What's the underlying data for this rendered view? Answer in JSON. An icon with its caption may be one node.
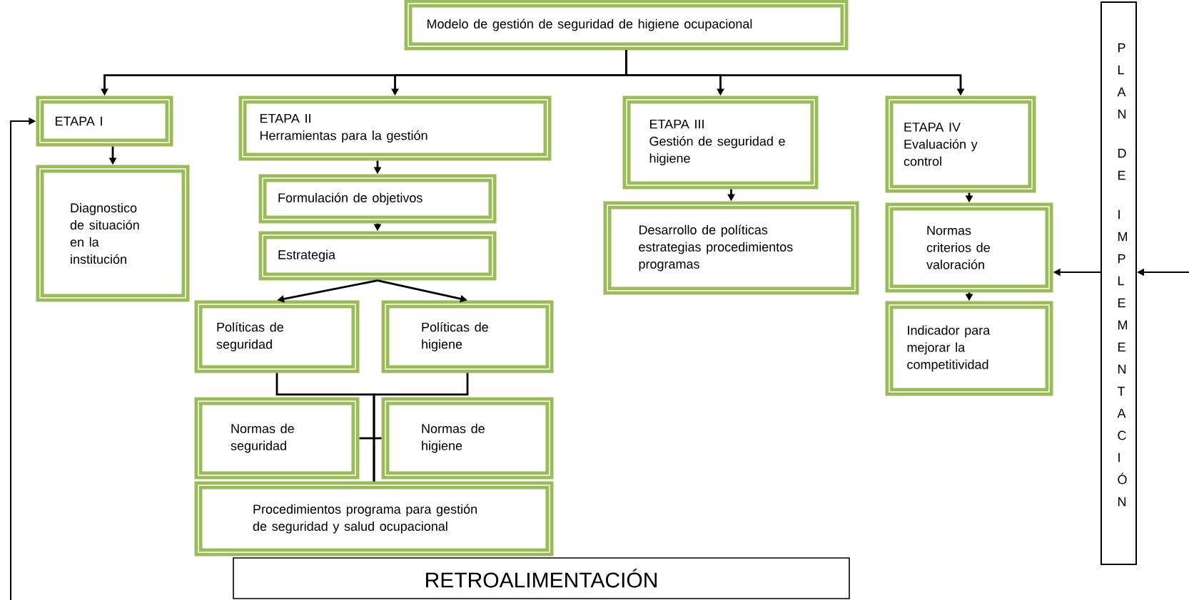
{
  "diagram": {
    "nodes": [
      {
        "text": [
          "Modelo de gestión de seguridad de higiene ocupacional"
        ]
      },
      {
        "text": [
          "ETAPA I"
        ]
      },
      {
        "text": [
          "Diagnostico de situación en la institución"
        ]
      },
      {
        "text": [
          "ETAPA II",
          "Herramientas para la gestión"
        ]
      },
      {
        "text": [
          "Formulación de objetivos"
        ]
      },
      {
        "text": [
          "Estrategia"
        ]
      },
      {
        "text": [
          "Políticas de seguridad"
        ]
      },
      {
        "text": [
          "Políticas de higiene"
        ]
      },
      {
        "text": [
          "Normas de seguridad"
        ]
      },
      {
        "text": [
          "Normas de higiene"
        ]
      },
      {
        "text": [
          "Procedimientos programa para gestión de seguridad y salud ocupacional"
        ]
      },
      {
        "text": [
          "ETAPA III",
          "Gestión de seguridad e higiene"
        ]
      },
      {
        "text": [
          "Desarrollo de políticas estrategias procedimientos programas"
        ]
      },
      {
        "text": [
          "ETAPA IV",
          "Evaluación y control"
        ]
      },
      {
        "text": [
          "Normas criterios de valoración"
        ]
      },
      {
        "text": [
          "Indicador para mejorar la competitividad"
        ]
      },
      {
        "text": [
          "PLAN DE IMPLEMENTACIÓN"
        ]
      },
      {
        "text": [
          "RETROALIMENTACIÓN"
        ]
      }
    ],
    "edges": [
      {
        "from": 0,
        "to": 1,
        "arrow": "to"
      },
      {
        "from": 0,
        "to": 3,
        "arrow": "to"
      },
      {
        "from": 0,
        "to": 11,
        "arrow": "to"
      },
      {
        "from": 0,
        "to": 13,
        "arrow": "to"
      },
      {
        "from": 1,
        "to": 2,
        "arrow": "to"
      },
      {
        "from": 3,
        "to": 4,
        "arrow": "to"
      },
      {
        "from": 4,
        "to": 5,
        "arrow": "to"
      },
      {
        "from": 5,
        "to": 6,
        "arrow": "to"
      },
      {
        "from": 5,
        "to": 7,
        "arrow": "to"
      },
      {
        "from": 6,
        "to": 10,
        "arrow": "none"
      },
      {
        "from": 7,
        "to": 10,
        "arrow": "none"
      },
      {
        "from": 8,
        "to": 9,
        "arrow": "none"
      },
      {
        "from": 11,
        "to": 12,
        "arrow": "to"
      },
      {
        "from": 13,
        "to": 14,
        "arrow": "to"
      },
      {
        "from": 14,
        "to": 15,
        "arrow": "to"
      },
      {
        "from": null,
        "to": 1,
        "arrow": "to"
      },
      {
        "from": null,
        "to": 16,
        "arrow": "to"
      },
      {
        "from": 16,
        "to": 14,
        "arrow": "to"
      }
    ]
  }
}
